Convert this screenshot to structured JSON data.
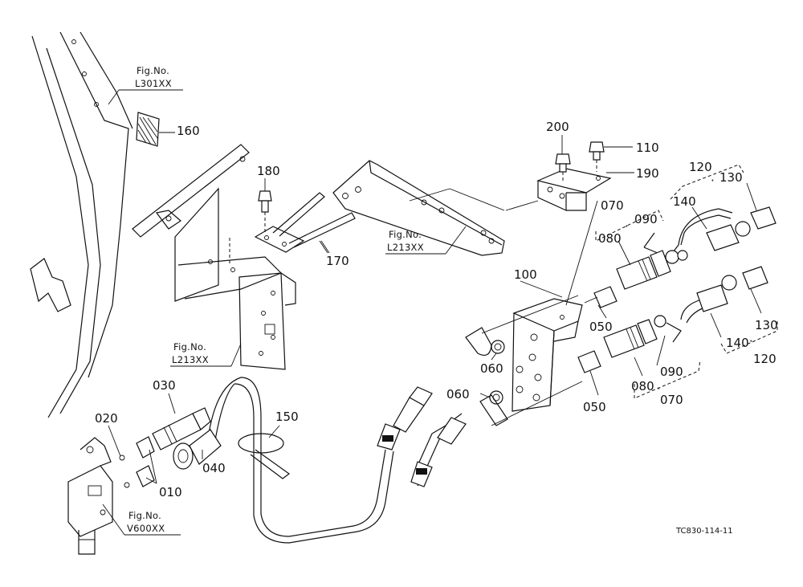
{
  "callouts": {
    "p010": "010",
    "p020": "020",
    "p030": "030",
    "p040": "040",
    "p050a": "050",
    "p050b": "050",
    "p060a": "060",
    "p060b": "060",
    "p070a": "070",
    "p070b": "070",
    "p080a": "080",
    "p080b": "080",
    "p090a": "090",
    "p090b": "090",
    "p100": "100",
    "p110": "110",
    "p120a": "120",
    "p120b": "120",
    "p130a": "130",
    "p130b": "130",
    "p140a": "140",
    "p140b": "140",
    "p150": "150",
    "p160": "160",
    "p170": "170",
    "p180": "180",
    "p190": "190",
    "p200": "200"
  },
  "figure_refs": [
    {
      "label": "Fig.No.",
      "code": "L301XX"
    },
    {
      "label": "Fig.No.",
      "code": "L213XX"
    },
    {
      "label": "Fig.No.",
      "code": "L213XX"
    },
    {
      "label": "Fig.No.",
      "code": "V600XX"
    }
  ],
  "drawing_code": "TC830-114-11"
}
